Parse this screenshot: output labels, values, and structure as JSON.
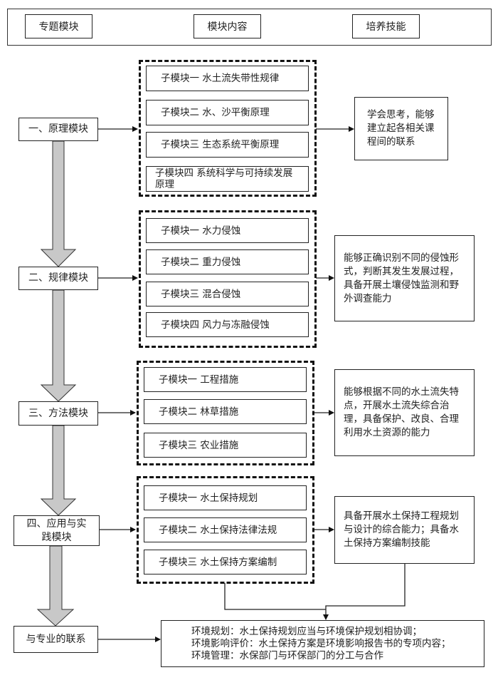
{
  "header": {
    "columns": [
      "专题模块",
      "模块内容",
      "培养技能"
    ]
  },
  "modules": [
    {
      "label": "一、原理模块",
      "submodules": [
        "子模块一  水土流失带性规律",
        "子模块二  水、沙平衡原理",
        "子模块三  生态系统平衡原理",
        "子模块四  系统科学与可持续发展原理"
      ],
      "skill": "学会思考，能够建立起各相关课程间的联系"
    },
    {
      "label": "二、规律模块",
      "submodules": [
        "子模块一  水力侵蚀",
        "子模块二  重力侵蚀",
        "子模块三  混合侵蚀",
        "子模块四  风力与冻融侵蚀"
      ],
      "skill": "能够正确识别不同的侵蚀形式，判断其发生发展过程，具备开展土壤侵蚀监测和野外调查能力"
    },
    {
      "label": "三、方法模块",
      "submodules": [
        "子模块一  工程措施",
        "子模块二  林草措施",
        "子模块三  农业措施"
      ],
      "skill": "能够根据不同的水土流失特点，开展水土流失综合治理，具备保护、改良、合理利用水土资源的能力"
    },
    {
      "label": "四、应用与实践模块",
      "submodules": [
        "子模块一  水土保持规划",
        "子模块二  水土保持法律法规",
        "子模块三  水土保持方案编制"
      ],
      "skill": "具备开展水土保持工程规划与设计的综合能力；具备水土保持方案编制技能"
    }
  ],
  "relation": {
    "label": "与专业的联系",
    "lines": [
      "环境规划：水土保持规划应当与环境保护规划相协调；",
      "环境影响评价：水土保持方案是环境影响报告书的专项内容；",
      "环境管理：水保部门与环保部门的分工与合作"
    ]
  },
  "colors": {
    "line": "#222222",
    "flow_arrow_fill": "#c8c8c8"
  }
}
